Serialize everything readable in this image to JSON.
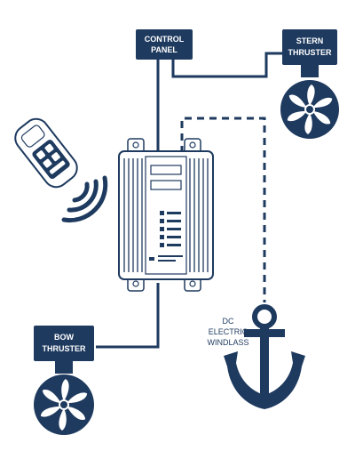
{
  "diagram": {
    "labels": {
      "control_panel_line1": "CONTROL",
      "control_panel_line2": "PANEL",
      "stern_line1": "STERN",
      "stern_line2": "THRUSTER",
      "bow_line1": "BOW",
      "bow_line2": "THRUSTER",
      "windlass_line1": "DC",
      "windlass_line2": "ELECTRIC",
      "windlass_line3": "WINDLASS"
    },
    "icons": [
      "remote-control-icon",
      "wireless-signal-icon",
      "control-unit-icon",
      "propeller-icon",
      "anchor-icon"
    ],
    "colors": {
      "navy": "#1e3a5f",
      "background": "#ffffff"
    }
  }
}
